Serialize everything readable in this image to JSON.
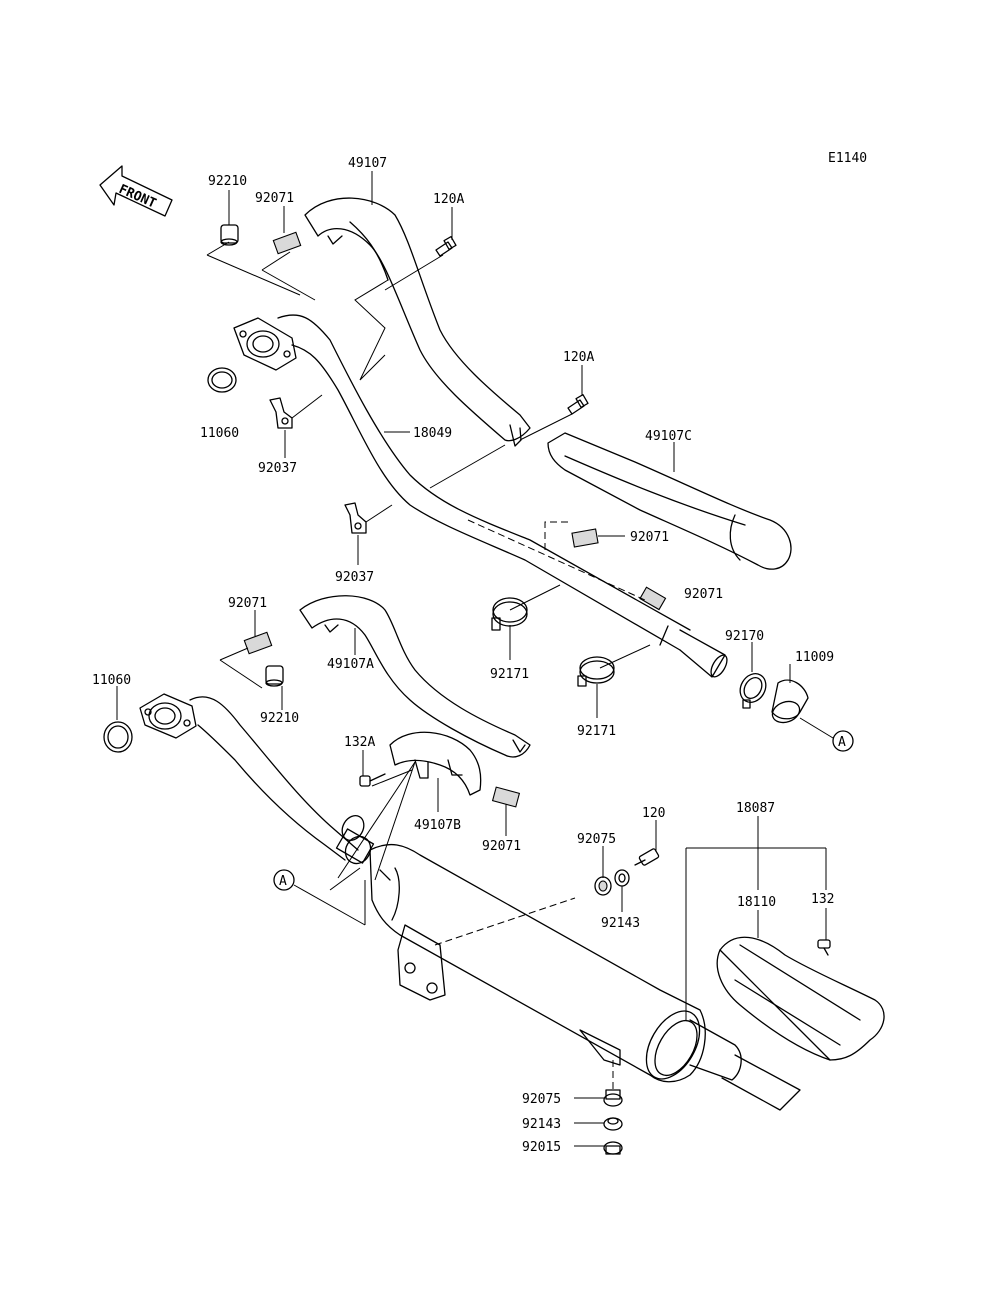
{
  "diagram_code": "E1140",
  "front_indicator": "FRONT",
  "callouts": {
    "ref_a": "A",
    "ref_a_lower": "A"
  },
  "labels": {
    "p92210_top": "92210",
    "p92071_top": "92071",
    "p49107": "49107",
    "p120a_top": "120A",
    "p120a_mid": "120A",
    "p11060_top": "11060",
    "p18049": "18049",
    "p92037_a": "92037",
    "p49107c": "49107C",
    "p92071_mid": "92071",
    "p92037_b": "92037",
    "p92071_right": "92071",
    "p92071_left": "92071",
    "p49107a": "49107A",
    "p92171_a": "92171",
    "p92170": "92170",
    "p11009": "11009",
    "p11060_low": "11060",
    "p92210_low": "92210",
    "p92171_b": "92171",
    "p132a": "132A",
    "p49107b": "49107B",
    "p92071_low": "92071",
    "p120": "120",
    "p18087": "18087",
    "p92075_a": "92075",
    "p18110": "18110",
    "p132": "132",
    "p92143_a": "92143",
    "p92075_b": "92075",
    "p92143_b": "92143",
    "p92015": "92015"
  }
}
